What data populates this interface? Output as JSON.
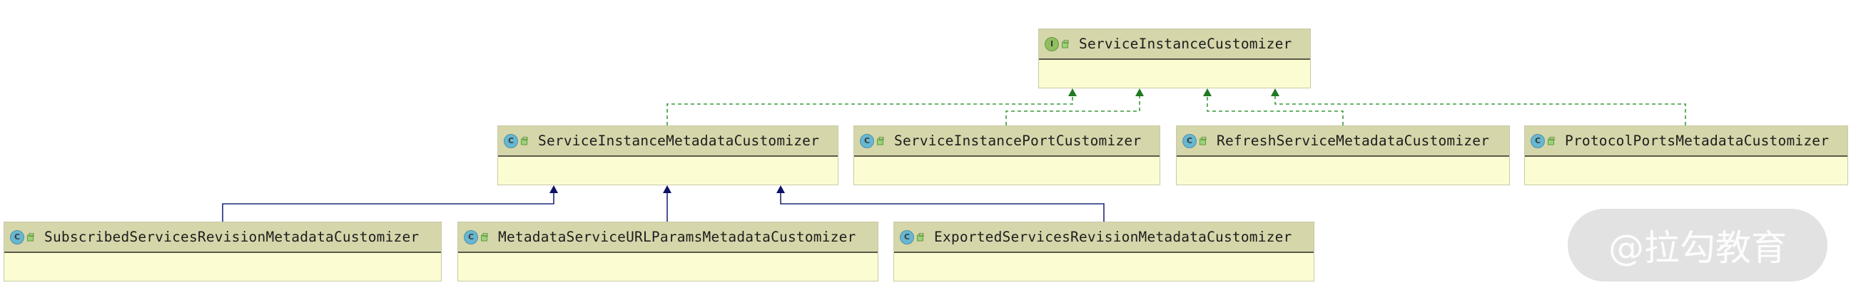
{
  "diagram": {
    "nodes": [
      {
        "id": "sic",
        "kind": "interface",
        "badge": "I",
        "label": "ServiceInstanceCustomizer"
      },
      {
        "id": "simc",
        "kind": "class",
        "badge": "C",
        "label": "ServiceInstanceMetadataCustomizer"
      },
      {
        "id": "sipc",
        "kind": "class",
        "badge": "C",
        "label": "ServiceInstancePortCustomizer"
      },
      {
        "id": "rsmc",
        "kind": "class",
        "badge": "C",
        "label": "RefreshServiceMetadataCustomizer"
      },
      {
        "id": "ppmc",
        "kind": "class",
        "badge": "C",
        "label": "ProtocolPortsMetadataCustomizer"
      },
      {
        "id": "ssrmc",
        "kind": "class",
        "badge": "C",
        "label": "SubscribedServicesRevisionMetadataCustomizer"
      },
      {
        "id": "msupm",
        "kind": "class",
        "badge": "C",
        "label": "MetadataServiceURLParamsMetadataCustomizer"
      },
      {
        "id": "esrmc",
        "kind": "class",
        "badge": "C",
        "label": "ExportedServicesRevisionMetadataCustomizer"
      }
    ],
    "edges": [
      {
        "from": "simc",
        "to": "sic",
        "type": "implements"
      },
      {
        "from": "sipc",
        "to": "sic",
        "type": "implements"
      },
      {
        "from": "rsmc",
        "to": "sic",
        "type": "implements"
      },
      {
        "from": "ppmc",
        "to": "sic",
        "type": "implements"
      },
      {
        "from": "ssrmc",
        "to": "simc",
        "type": "extends"
      },
      {
        "from": "msupm",
        "to": "simc",
        "type": "extends"
      },
      {
        "from": "esrmc",
        "to": "simc",
        "type": "extends"
      }
    ],
    "colors": {
      "implements": "#3a9a3a",
      "implements_arrow": "#1f7a1f",
      "extends": "#1e2a7a",
      "extends_arrow": "#0d1466"
    }
  },
  "watermark": {
    "text": "@拉勾教育"
  }
}
